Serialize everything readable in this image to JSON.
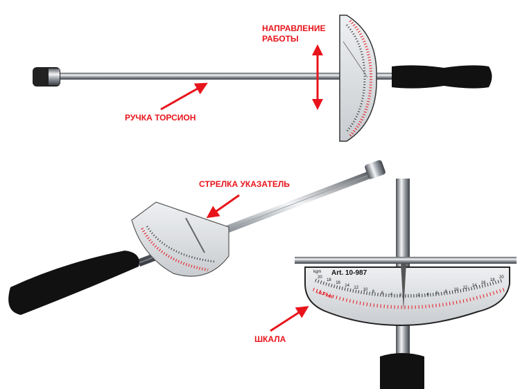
{
  "labels": {
    "direction_line1": "НАПРАВЛЕНИЕ",
    "direction_line2": "РАБОТЫ",
    "handle": "РУЧКА ТОРСИОН",
    "pointer": "СТРЕЛКА УКАЗАТЕЛЬ",
    "scale": "ШКАЛА"
  },
  "dial": {
    "article": "Art. 10-987",
    "unit_kgm": "kgm",
    "unit_lb": "Lb.Feet",
    "kgm_ticks": [
      "20",
      "18",
      "16",
      "14",
      "12",
      "10",
      "8",
      "6",
      "4",
      "2",
      "",
      "2",
      "4",
      "6",
      "8",
      "10",
      "12",
      "14",
      "16",
      "18",
      "20"
    ]
  },
  "colors": {
    "accent": "#e8141b",
    "handle": "#111111",
    "steel": "#b8bcc2"
  }
}
